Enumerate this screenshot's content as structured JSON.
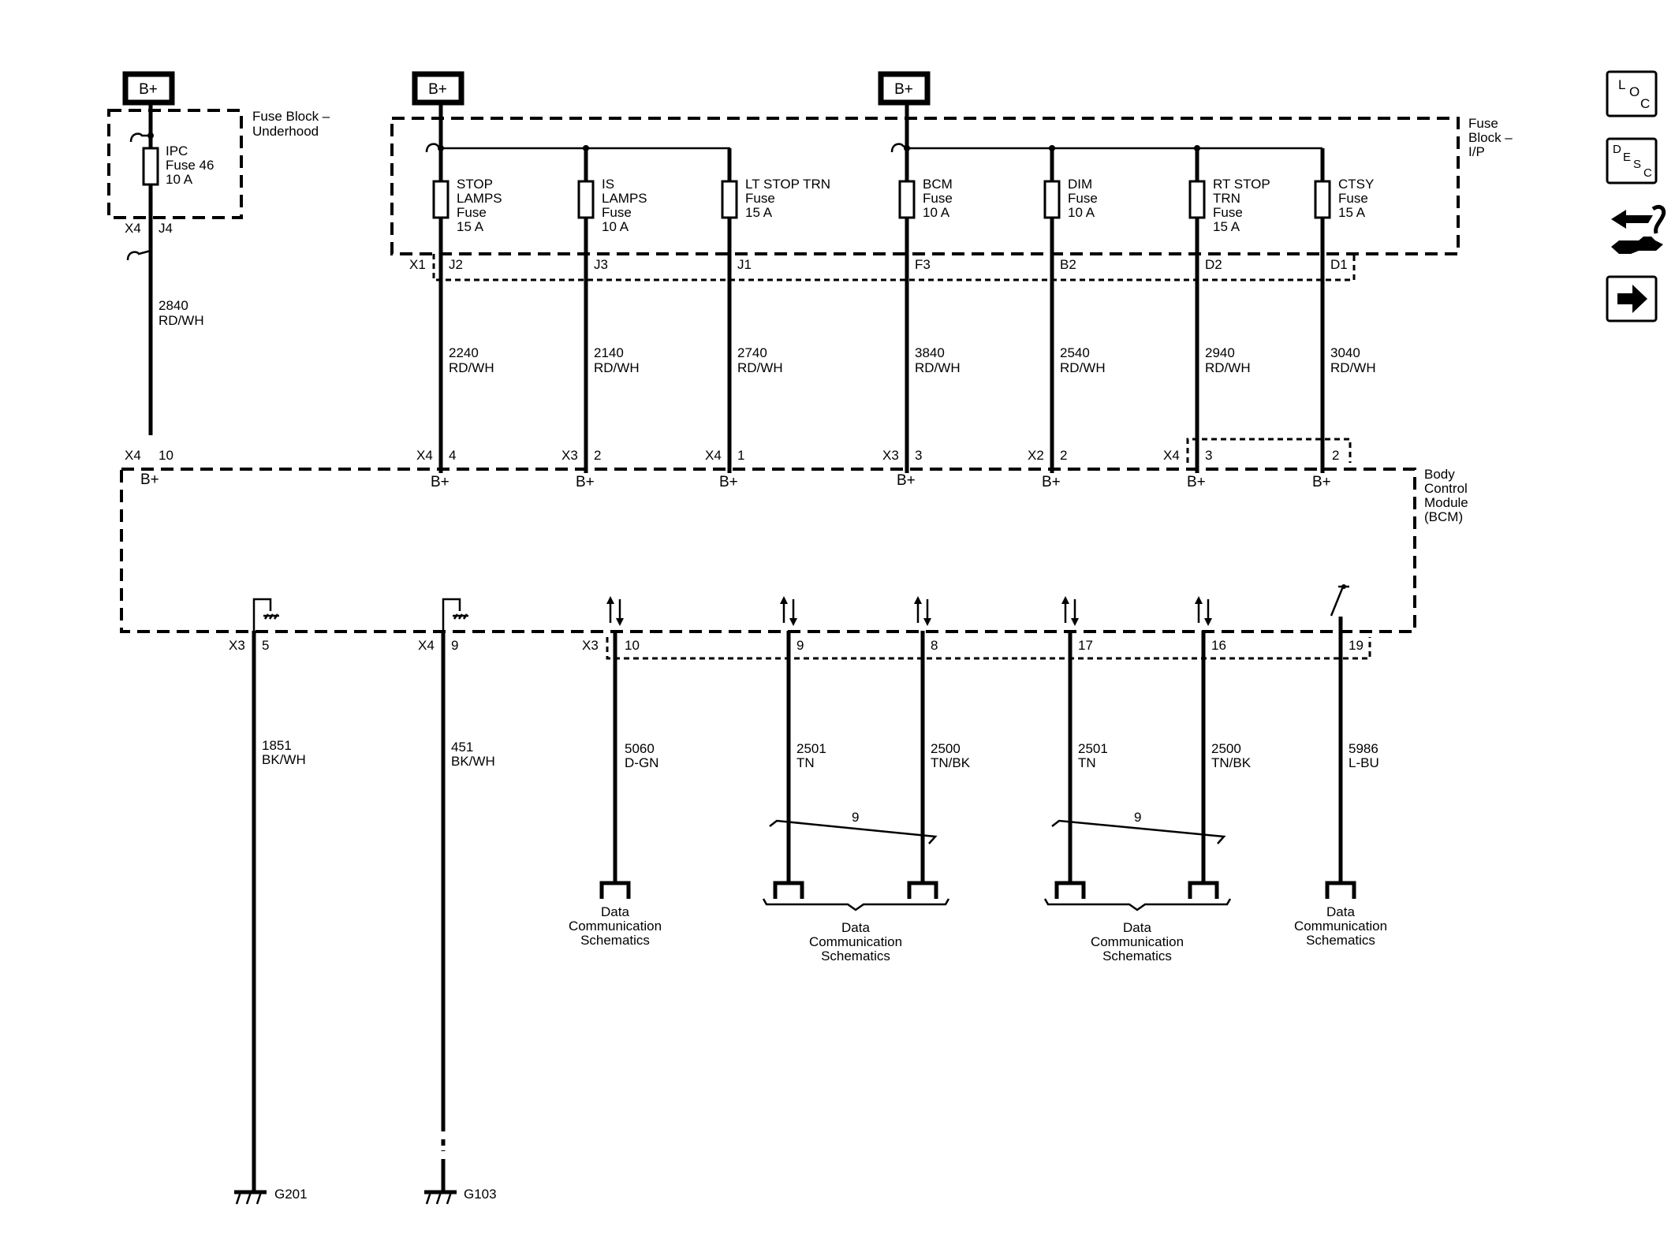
{
  "supply_label": "B+",
  "fuse_block_underhood": {
    "title": "Fuse Block –",
    "title2": "Underhood"
  },
  "fuse_block_ip": {
    "title": "Fuse Block –",
    "title2": "I/P",
    "title_line1": "Fuse",
    "title_line2": "Block –"
  },
  "bcm": {
    "line1": "Body",
    "line2": "Control",
    "line3": "Module",
    "line4": "(BCM)",
    "pin_label": "B+"
  },
  "fuses": [
    {
      "lines": [
        "IPC",
        "Fuse 46",
        "10 A"
      ],
      "conn": "X4",
      "cav": "J4"
    },
    {
      "lines": [
        "STOP",
        "LAMPS",
        "Fuse",
        "15 A"
      ],
      "conn": "X1",
      "cav": "J2"
    },
    {
      "lines": [
        "IS",
        "LAMPS",
        "Fuse",
        "10 A"
      ],
      "conn": "",
      "cav": "J3"
    },
    {
      "lines": [
        "LT STOP TRN",
        "Fuse",
        "15 A"
      ],
      "conn": "",
      "cav": "J1"
    },
    {
      "lines": [
        "BCM",
        "Fuse",
        "10 A"
      ],
      "conn": "",
      "cav": "F3"
    },
    {
      "lines": [
        "DIM",
        "Fuse",
        "10 A"
      ],
      "conn": "",
      "cav": "B2"
    },
    {
      "lines": [
        "RT STOP",
        "TRN",
        "Fuse",
        "15 A"
      ],
      "conn": "",
      "cav": "D2"
    },
    {
      "lines": [
        "CTSY",
        "Fuse",
        "15 A"
      ],
      "conn": "",
      "cav": "D1"
    }
  ],
  "supply_wires": [
    {
      "circuit": "2840",
      "color": "RD/WH",
      "conn": "X4",
      "pin": "10"
    },
    {
      "circuit": "2240",
      "color": "RD/WH",
      "conn": "X4",
      "pin": "4"
    },
    {
      "circuit": "2140",
      "color": "RD/WH",
      "conn": "X3",
      "pin": "2"
    },
    {
      "circuit": "2740",
      "color": "RD/WH",
      "conn": "X4",
      "pin": "1"
    },
    {
      "circuit": "3840",
      "color": "RD/WH",
      "conn": "X3",
      "pin": "3"
    },
    {
      "circuit": "2540",
      "color": "RD/WH",
      "conn": "X2",
      "pin": "2"
    },
    {
      "circuit": "2940",
      "color": "RD/WH",
      "conn": "X4",
      "pin": "3"
    },
    {
      "circuit": "3040",
      "color": "RD/WH",
      "conn": "",
      "pin": "2"
    }
  ],
  "lower_wires": [
    {
      "circuit": "1851",
      "color": "BK/WH",
      "conn": "X3",
      "pin": "5",
      "ground": "G201"
    },
    {
      "circuit": "451",
      "color": "BK/WH",
      "conn": "X4",
      "pin": "9",
      "ground": "G103"
    },
    {
      "circuit": "5060",
      "color": "D-GN",
      "conn": "X3",
      "pin": "10"
    },
    {
      "circuit": "2501",
      "color": "TN",
      "conn": "",
      "pin": "9"
    },
    {
      "circuit": "2500",
      "color": "TN/BK",
      "conn": "",
      "pin": "8"
    },
    {
      "circuit": "2501",
      "color": "TN",
      "conn": "",
      "pin": "17"
    },
    {
      "circuit": "2500",
      "color": "TN/BK",
      "conn": "",
      "pin": "16"
    },
    {
      "circuit": "5986",
      "color": "L-BU",
      "conn": "",
      "pin": "19"
    }
  ],
  "twist_label": "9",
  "data_comm": {
    "line1": "Data",
    "line2": "Communication",
    "line3": "Schematics"
  },
  "nav": {
    "loc": {
      "a": "L",
      "b": "O",
      "c": "C"
    },
    "desc": {
      "a": "D",
      "b": "E",
      "c": "S",
      "d": "C"
    }
  }
}
